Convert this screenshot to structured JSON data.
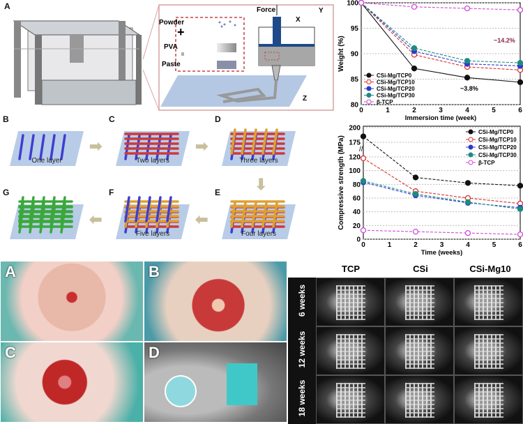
{
  "panel_a": {
    "label": "A",
    "powder": "Powder",
    "plus": "+",
    "pva": "PVA",
    "equals": "II",
    "paste": "Paste",
    "force": "Force",
    "x": "X",
    "y": "Y",
    "z": "Z"
  },
  "steps": [
    {
      "letter": "B",
      "label": "One layer"
    },
    {
      "letter": "C",
      "label": "Two layers"
    },
    {
      "letter": "D",
      "label": "Three layers"
    },
    {
      "letter": "E",
      "label": "Four layers"
    },
    {
      "letter": "F",
      "label": "Five layers"
    },
    {
      "letter": "G",
      "label": ""
    }
  ],
  "photos": [
    {
      "label": "A"
    },
    {
      "label": "B"
    },
    {
      "label": "C"
    },
    {
      "label": "D"
    }
  ],
  "microct": {
    "columns": [
      "TCP",
      "CSi",
      "CSi-Mg10"
    ],
    "rows": [
      "6 weeks",
      "12 weeks",
      "18 weeks"
    ]
  },
  "colors": {
    "TCP0": "#111111",
    "TCP10": "#d9302a",
    "TCP20": "#2a3ad0",
    "TCP30": "#1f8a80",
    "bTCP": "#d04ad8"
  },
  "chart_data": [
    {
      "type": "line",
      "xlabel": "Immersion time (week)",
      "ylabel": "Weight (%)",
      "xlim": [
        0,
        6
      ],
      "ylim": [
        80,
        100
      ],
      "xticks": [
        "0",
        "1",
        "2",
        "3",
        "4",
        "5",
        "6"
      ],
      "yticks": [
        "80",
        "85",
        "90",
        "95",
        "100"
      ],
      "x": [
        0,
        2,
        4,
        6
      ],
      "series": [
        {
          "name": "CSi-Mg/TCP0",
          "key": "TCP0",
          "values": [
            100,
            87.1,
            85.3,
            84.4
          ]
        },
        {
          "name": "CSi-Mg/TCP10",
          "key": "TCP10",
          "values": [
            100,
            89.8,
            87.4,
            86.8
          ]
        },
        {
          "name": "CSi-Mg/TCP20",
          "key": "TCP20",
          "values": [
            100,
            90.5,
            88.0,
            87.6
          ]
        },
        {
          "name": "CSi-Mg/TCP30",
          "key": "TCP30",
          "values": [
            100,
            91.1,
            88.6,
            88.2
          ]
        },
        {
          "name": "β-TCP",
          "key": "bTCP",
          "values": [
            100,
            99.2,
            98.9,
            98.6
          ]
        }
      ],
      "annotations": [
        "~14.2%",
        "~3.8%"
      ],
      "legend": "bottom-left"
    },
    {
      "type": "line",
      "xlabel": "Time (weeks)",
      "ylabel": "Compressive strength (MPa)",
      "xlim": [
        0,
        6
      ],
      "ylim": [
        0,
        200
      ],
      "axis_break": [
        130,
        170
      ],
      "xticks": [
        "0",
        "1",
        "2",
        "3",
        "4",
        "5",
        "6"
      ],
      "yticks": [
        "0",
        "20",
        "40",
        "60",
        "80",
        "100",
        "120",
        "175",
        "200"
      ],
      "x": [
        0,
        2,
        4,
        6
      ],
      "series": [
        {
          "name": "CSi-Mg/TCP0",
          "key": "TCP0",
          "values": [
            185,
            90,
            82,
            78
          ]
        },
        {
          "name": "CSi-Mg/TCP10",
          "key": "TCP10",
          "values": [
            118,
            70,
            60,
            52
          ]
        },
        {
          "name": "CSi-Mg/TCP20",
          "key": "TCP20",
          "values": [
            83,
            64,
            53,
            46
          ]
        },
        {
          "name": "CSi-Mg/TCP30",
          "key": "TCP30",
          "values": [
            85,
            66,
            54,
            44
          ]
        },
        {
          "name": "β-TCP",
          "key": "bTCP",
          "values": [
            13,
            11,
            9,
            7
          ]
        }
      ],
      "legend": "top-right"
    }
  ]
}
